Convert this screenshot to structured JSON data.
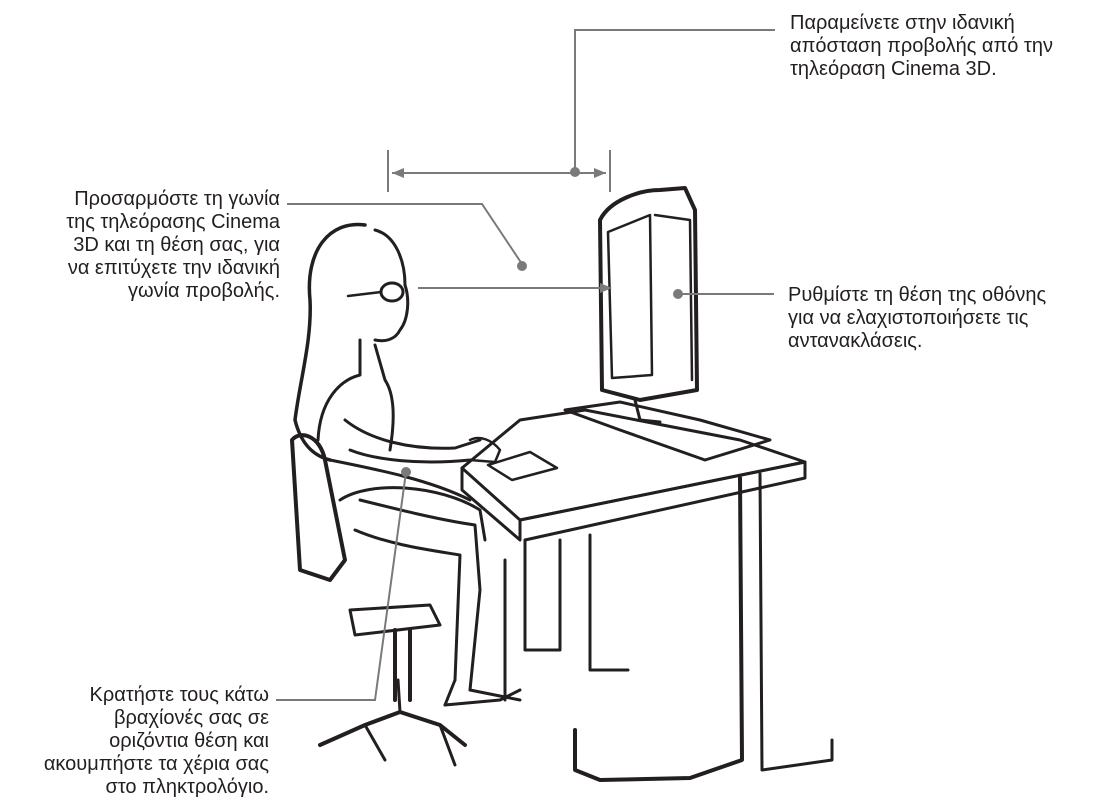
{
  "callouts": {
    "viewing_distance": [
      "Παραμείνετε στην ιδανική",
      "απόσταση προβολής από την",
      "τηλεόραση Cinema 3D."
    ],
    "viewing_angle": [
      "Προσαρμόστε τη γωνία",
      "της τηλεόρασης Cinema",
      "3D και τη θέση σας, για",
      "να επιτύχετε την ιδανική",
      "γωνία προβολής."
    ],
    "screen_position": [
      "Ρυθμίστε τη θέση της οθόνης",
      "για να ελαχιστοποιήσετε τις",
      "αντανακλάσεις."
    ],
    "arms_position": [
      "Κρατήστε τους κάτω",
      "βραχίονές σας σε",
      "οριζόντια θέση και",
      "ακουμπήστε τα χέρια σας",
      "στο πληκτρολόγιο."
    ]
  },
  "colors": {
    "text": "#231f20",
    "leader_line": "#7a7a7a",
    "drawing": "#231f20",
    "background": "#ffffff"
  }
}
